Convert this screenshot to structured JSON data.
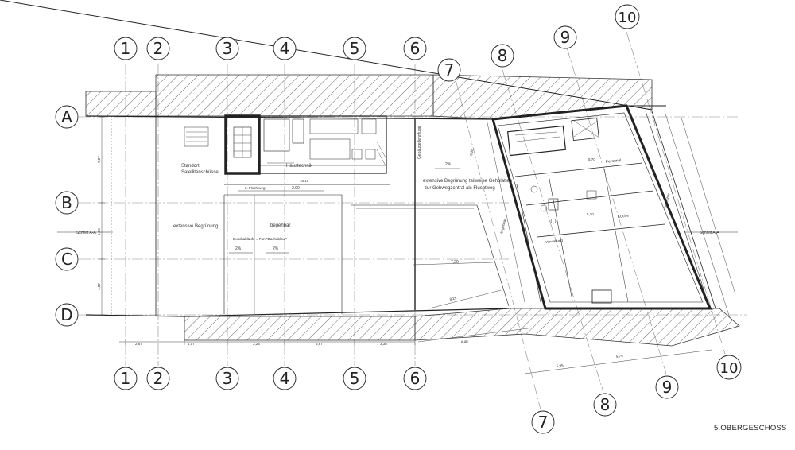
{
  "sheet_title": "5.OBERGESCHOSS",
  "grid": {
    "cols": [
      "1",
      "2",
      "3",
      "4",
      "5",
      "6"
    ],
    "cols_rot": [
      "7",
      "8",
      "9",
      "10"
    ],
    "rows": [
      "A",
      "B",
      "C",
      "D"
    ]
  },
  "labels": {
    "standort": "Standort",
    "sat": "Satellitenschüssel",
    "ext_beg": "extensive Begrünung",
    "begehbar": "begehbar",
    "begehbar2": "begehbar",
    "begehbar3": "begehbar",
    "haustechnik": "Haustechnik",
    "flucht": "2. Fluchtweg",
    "duschabl": "Duschabläufe = Pan \"Dachablauf\"",
    "gebaeude": "Gebäudedehnfuge",
    "ext_beg2_l1": "extensive Begrünung teilweise Gehplatten",
    "ext_beg2_l2": "zur Gehwegzentral als Fluchtweg",
    "personal": "Personal",
    "kueche": "Küche",
    "verwaltung": "Verwaltung",
    "schnitt_l": "Schnitt A-A",
    "schnitt_r": "Schnitt A-A",
    "slope1": "2%",
    "slope2": "2%",
    "slope3": "2%",
    "dim_200": "2.00",
    "dim_160": "16,10",
    "dim_720": "7,20",
    "dim_825": "8,25",
    "dim_840": "8,40",
    "dim_595": "5,95",
    "dim_575": "5,75",
    "dim_787": "7,87",
    "dim_487": "4,87",
    "dim_516": "5,16",
    "dim_b1": "2,87",
    "dim_b2": "4,07",
    "dim_b3": "3,25",
    "dim_b4": "5,87",
    "dim_b5": "3,38",
    "dim_570": "5,70",
    "dim_530": "5,30",
    "dim_526": "5,26"
  }
}
